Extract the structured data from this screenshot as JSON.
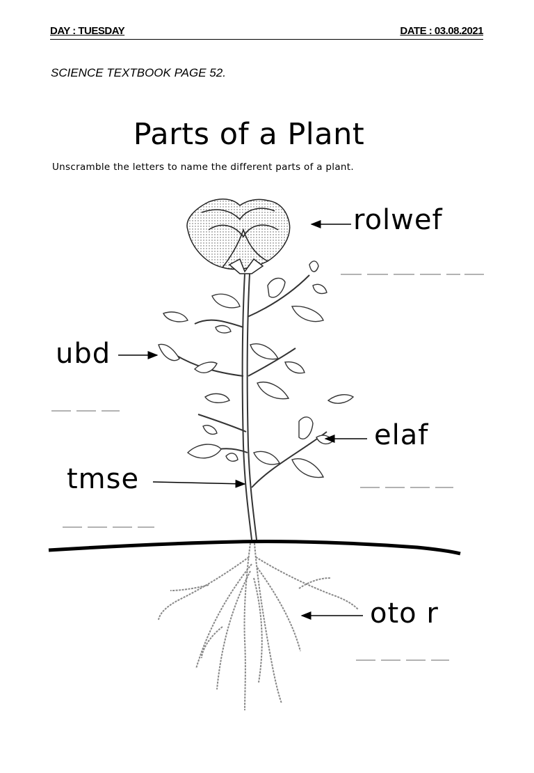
{
  "header": {
    "day": "DAY : TUESDAY",
    "date": "DATE : 03.08.2021"
  },
  "reference": "SCIENCE TEXTBOOK PAGE 52.",
  "worksheet": {
    "title": "Parts of a Plant",
    "instructions": "Unscramble the letters to name the different parts of a plant.",
    "words": [
      {
        "scrambled": "rolwef",
        "blank_count": 6
      },
      {
        "scrambled": "ubd",
        "blank_count": 3
      },
      {
        "scrambled": "elaf",
        "blank_count": 4
      },
      {
        "scrambled": "tmse",
        "blank_count": 4
      },
      {
        "scrambled": "oto r",
        "blank_count": 4
      }
    ]
  }
}
